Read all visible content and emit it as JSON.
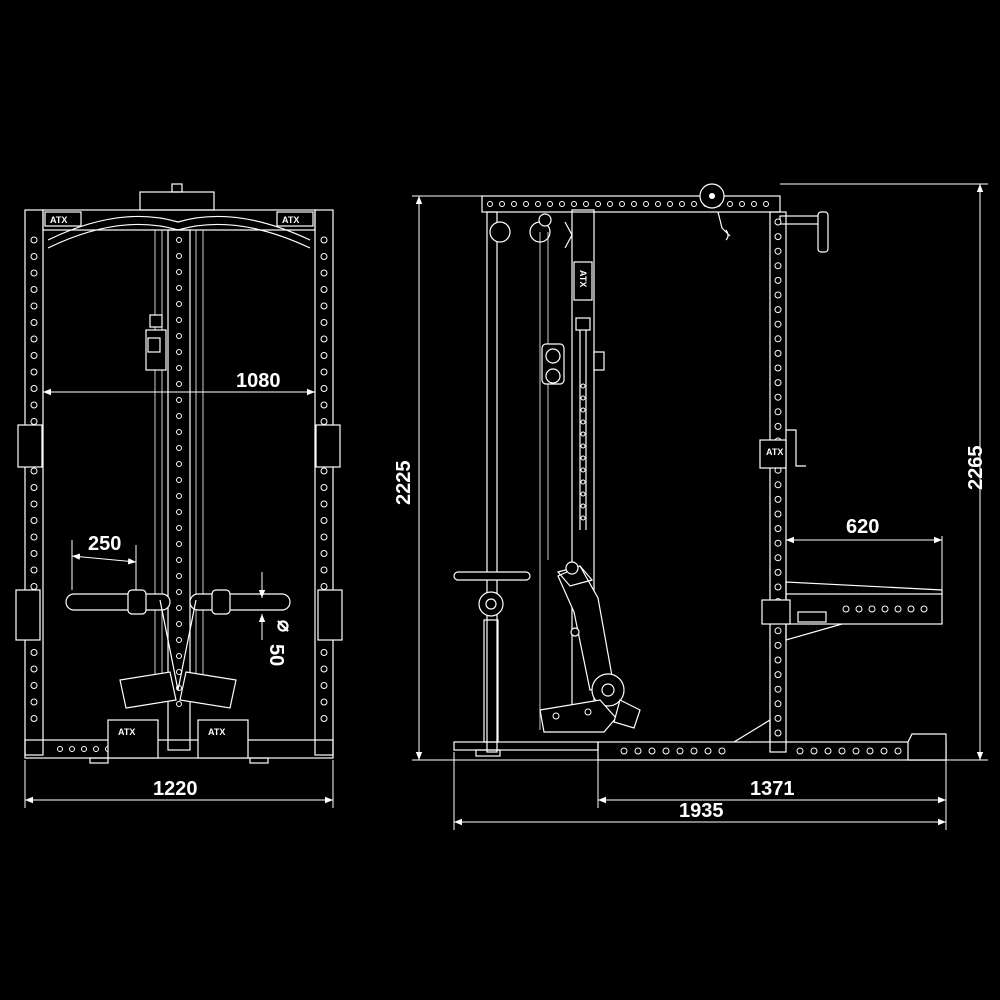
{
  "dimensions": {
    "front_width": "1220",
    "inner_width": "1080",
    "seat_depth": "250",
    "tube_diameter": "50",
    "side_height_a": "2225",
    "side_height_b": "2265",
    "arm_depth": "620",
    "base_depth": "1371",
    "total_depth": "1935"
  },
  "branding": {
    "logo": "ATX"
  },
  "colors": {
    "background": "#000000",
    "line": "#ffffff"
  }
}
